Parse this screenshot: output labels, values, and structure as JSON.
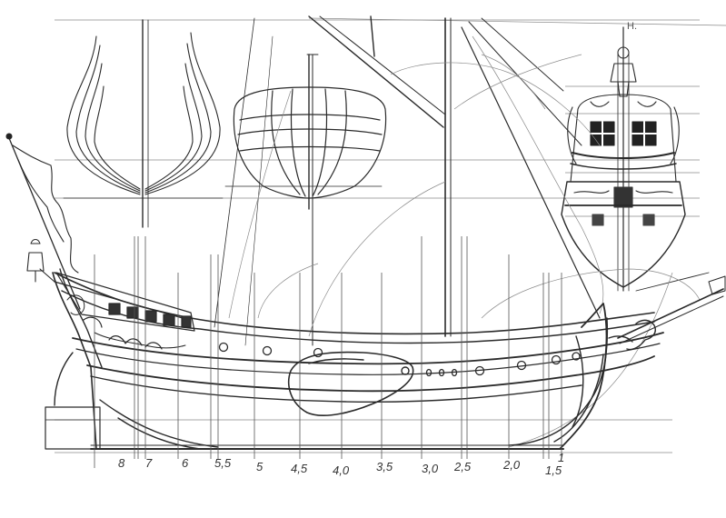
{
  "drawing": {
    "subject": "sailing-ship-lines-plan",
    "station_labels": [
      "8",
      "7",
      "6",
      "5,5",
      "5",
      "4,5",
      "4,0",
      "3,5",
      "3,0",
      "2,5",
      "2,0",
      "1,5",
      "1"
    ],
    "stern_view_mark": "H."
  }
}
